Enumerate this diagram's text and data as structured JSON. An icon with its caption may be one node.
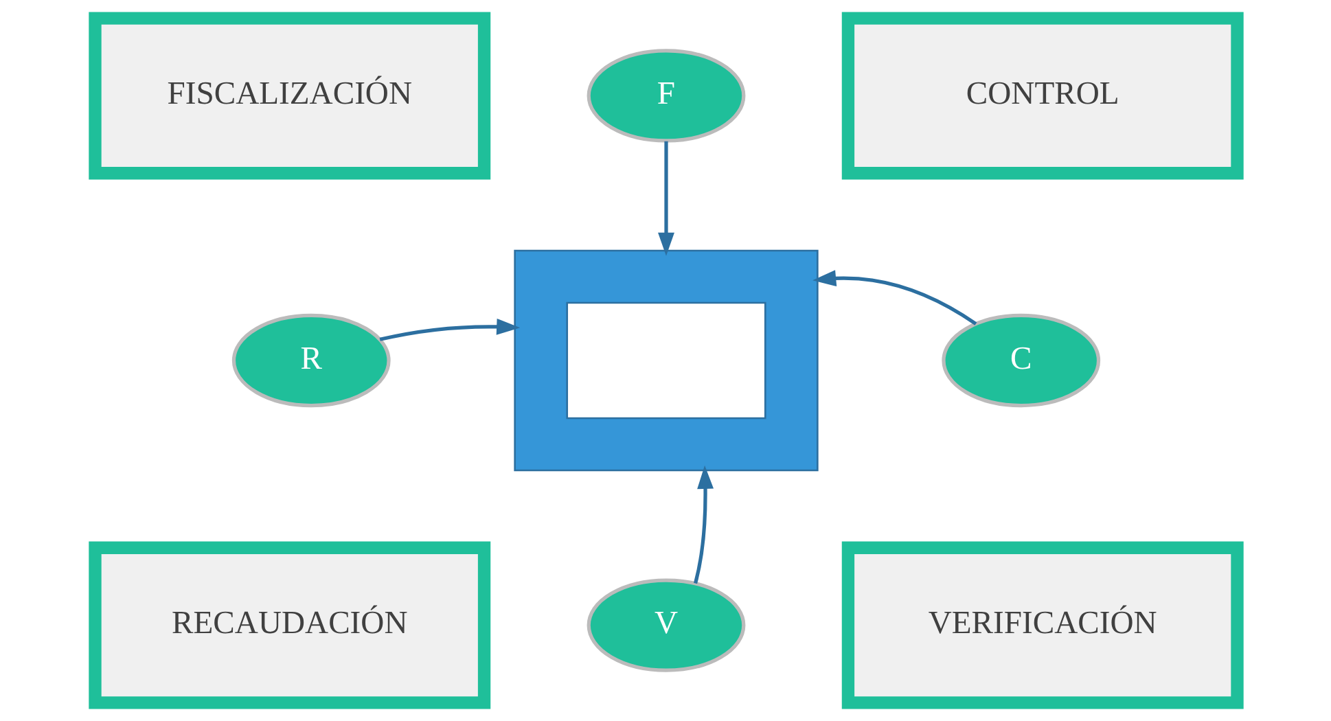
{
  "diagram": {
    "nodes": [
      {
        "text": [
          "FISCALIZACIÓN"
        ]
      },
      {
        "text": [
          "F"
        ]
      },
      {
        "text": [
          "CONTROL"
        ]
      },
      {
        "text": [
          "R"
        ]
      },
      {
        "text": [],
        "shape": "box"
      },
      {
        "text": [
          "C"
        ]
      },
      {
        "text": [
          "RECAUDACIÓN"
        ]
      },
      {
        "text": [
          "VERIFICACIÓN"
        ]
      },
      {
        "text": [
          "V"
        ]
      }
    ],
    "edges": [
      {
        "from": 1,
        "to": 4,
        "arrow": "to"
      },
      {
        "from": 3,
        "to": 4,
        "arrow": "to"
      },
      {
        "from": 5,
        "to": 4,
        "arrow": "to"
      },
      {
        "from": 8,
        "to": 4,
        "arrow": "to"
      }
    ]
  }
}
